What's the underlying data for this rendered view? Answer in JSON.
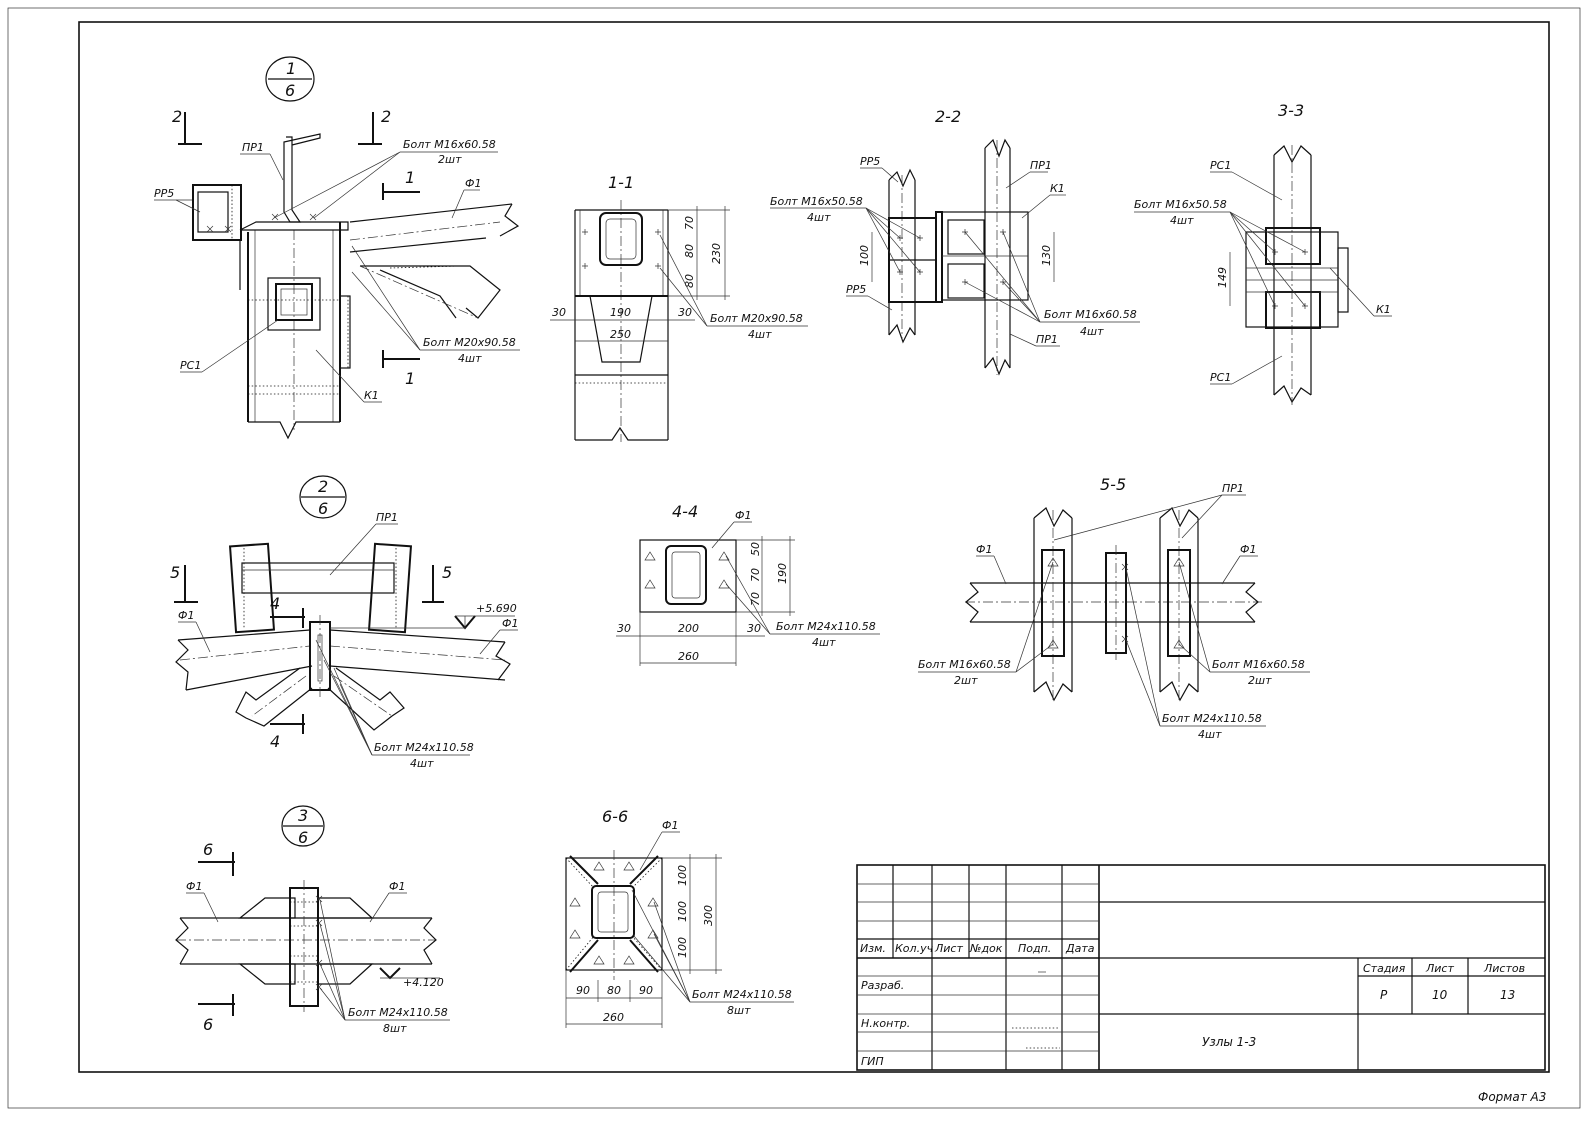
{
  "node1": {
    "num": "1",
    "sheet": "6",
    "cut2": "2",
    "cut1": "1",
    "pr1": "ПР1",
    "pp5": "РР5",
    "f1": "Ф1",
    "pc1": "РС1",
    "k1": "К1",
    "bolt_a": "Болт М16х60.58",
    "bolt_a_qty": "2шт",
    "bolt_b": "Болт М20х90.58",
    "bolt_b_qty": "4шт"
  },
  "sec11": {
    "title": "1-1",
    "d70": "70",
    "d80a": "80",
    "d80b": "80",
    "d230": "230",
    "d30a": "30",
    "d190": "190",
    "d30b": "30",
    "d250": "250",
    "bolt": "Болт М20х90.58",
    "bolt_qty": "4шт"
  },
  "sec22": {
    "title": "2-2",
    "pp5a": "РР5",
    "pp5b": "РР5",
    "pr1a": "ПР1",
    "pr1b": "ПР1",
    "k1": "К1",
    "bolt_a": "Болт М16х50.58",
    "bolt_a_qty": "4шт",
    "d100": "100",
    "d130": "130",
    "bolt_b": "Болт М16х60.58",
    "bolt_b_qty": "4шт"
  },
  "sec33": {
    "title": "3-3",
    "pc1a": "РС1",
    "pc1b": "РС1",
    "k1": "К1",
    "d149": "149",
    "bolt": "Болт М16х50.58",
    "bolt_qty": "4шт"
  },
  "node2": {
    "num": "2",
    "sheet": "6",
    "cut5a": "5",
    "cut5b": "5",
    "cut4a": "4",
    "cut4b": "4",
    "pr1": "ПР1",
    "f1a": "Ф1",
    "f1b": "Ф1",
    "elev": "+5.690",
    "bolt": "Болт М24х110.58",
    "bolt_qty": "4шт"
  },
  "sec44": {
    "title": "4-4",
    "f1": "Ф1",
    "d50": "50",
    "d70a": "70",
    "d70b": "70",
    "d190": "190",
    "d30a": "30",
    "d200": "200",
    "d30b": "30",
    "d260": "260",
    "bolt": "Болт М24х110.58",
    "bolt_qty": "4шт"
  },
  "sec55": {
    "title": "5-5",
    "pr1": "ПР1",
    "f1a": "Ф1",
    "f1b": "Ф1",
    "bolt_a": "Болт М16х60.58",
    "bolt_a_qty": "2шт",
    "bolt_b": "Болт М16х60.58",
    "bolt_b_qty": "2шт",
    "bolt_c": "Болт М24х110.58",
    "bolt_c_qty": "4шт"
  },
  "node3": {
    "num": "3",
    "sheet": "6",
    "cut6a": "6",
    "cut6b": "6",
    "f1a": "Ф1",
    "f1b": "Ф1",
    "elev": "+4.120",
    "bolt": "Болт М24х110.58",
    "bolt_qty": "8шт"
  },
  "sec66": {
    "title": "6-6",
    "f1": "Ф1",
    "d100a": "100",
    "d100b": "100",
    "d100c": "100",
    "d300": "300",
    "d90a": "90",
    "d80": "80",
    "d90b": "90",
    "d260": "260",
    "bolt": "Болт М24х110.58",
    "bolt_qty": "8шт"
  },
  "titleblock": {
    "izm": "Изм.",
    "koluch": "Кол.уч",
    "list": "Лист",
    "ndoc": "№док",
    "podp": "Подп.",
    "data": "Дата",
    "razrab": "Разраб.",
    "nkontr": "Н.контр.",
    "gip": "ГИП",
    "stadia_h": "Стадия",
    "list_h": "Лист",
    "listov_h": "Листов",
    "stadia": "Р",
    "list_v": "10",
    "listov": "13",
    "name": "Узлы 1-3"
  },
  "format": "Формат А3"
}
